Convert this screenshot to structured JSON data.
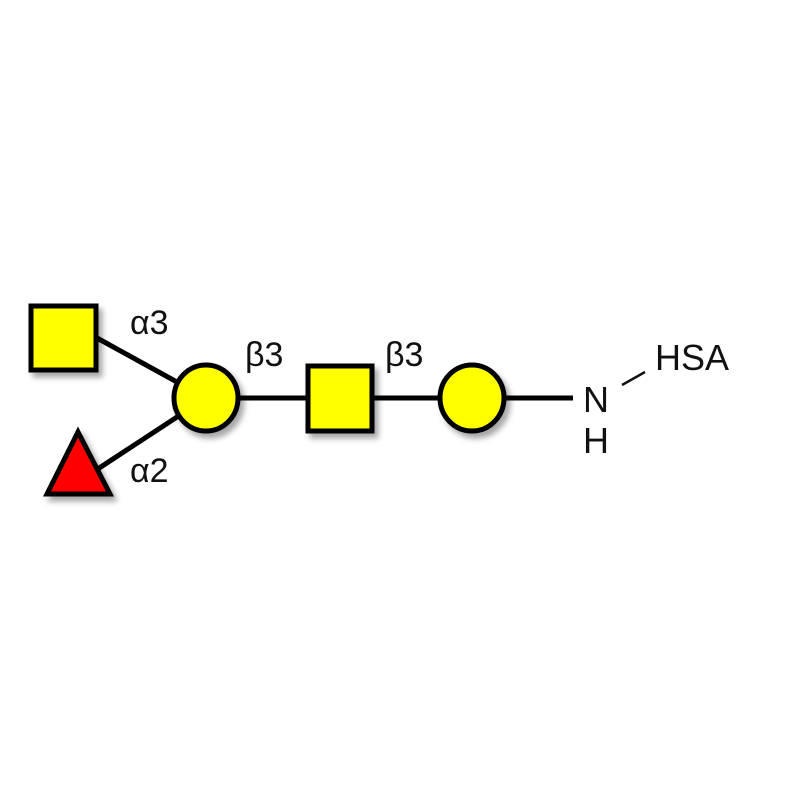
{
  "glycan": {
    "linkages": {
      "top_square_link": "α3",
      "fucose_link": "α2",
      "galactose_link": "β3",
      "galnac_link": "β3"
    },
    "aglycone": {
      "n_label": "N",
      "h_label": "H",
      "carrier": "HSA"
    },
    "colors": {
      "yellow": "#FFFF00",
      "red": "#FF0000",
      "outline": "#000000"
    }
  }
}
